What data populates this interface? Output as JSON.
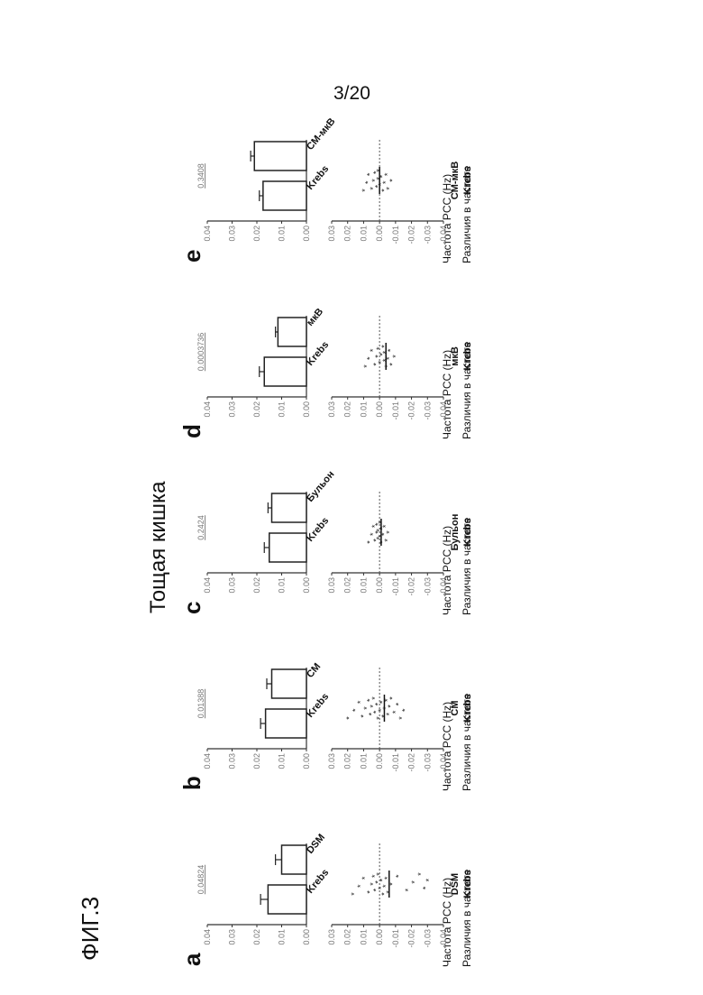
{
  "page_number": "3/20",
  "figure_label": "ФИГ.3",
  "region_title": "Тощая кишка",
  "chart_data": [
    {
      "panel": "a",
      "type": "bar",
      "categories": [
        "Krebs",
        "DSM"
      ],
      "values": [
        0.0155,
        0.01
      ],
      "errors": [
        0.003,
        0.0025
      ],
      "ylabel": "Частота PCC (Hz)",
      "ylim": [
        0,
        0.04
      ],
      "yticks": [
        "0.00",
        "0.01",
        "0.02",
        "0.03",
        "0.04"
      ],
      "p_value": "0.04824",
      "scatter": {
        "type": "scatter",
        "ylabel": "Различия в частоте",
        "ylim": [
          -0.04,
          0.03
        ],
        "yticks": [
          "0.03",
          "0.02",
          "0.01",
          "0.00",
          "-0.01",
          "-0.02",
          "-0.03",
          "-0.04"
        ],
        "xlabel": "DSM",
        "xlabel_sub": "Krebs",
        "points": [
          0.016,
          0.012,
          0.009,
          0.006,
          0.004,
          0.003,
          0.002,
          0.001,
          0.0,
          -0.001,
          -0.002,
          -0.003,
          -0.004,
          -0.005,
          -0.006,
          -0.008,
          -0.012,
          -0.018,
          -0.022,
          -0.026,
          -0.029,
          -0.031
        ],
        "mean": -0.006
      }
    },
    {
      "panel": "b",
      "type": "bar",
      "categories": [
        "Krebs",
        "CM"
      ],
      "values": [
        0.0165,
        0.014
      ],
      "errors": [
        0.002,
        0.002
      ],
      "ylabel": "Частота PCC (Hz)",
      "ylim": [
        0,
        0.04
      ],
      "yticks": [
        "0.00",
        "0.01",
        "0.02",
        "0.03",
        "0.04"
      ],
      "p_value": "0.01388",
      "scatter": {
        "type": "scatter",
        "ylabel": "Различия в частоте",
        "ylim": [
          -0.04,
          0.03
        ],
        "yticks": [
          "0.03",
          "0.02",
          "0.01",
          "0.00",
          "-0.01",
          "-0.02",
          "-0.03",
          "-0.04"
        ],
        "xlabel": "CM",
        "xlabel_sub": "Krebs",
        "points": [
          0.019,
          0.015,
          0.012,
          0.01,
          0.008,
          0.006,
          0.005,
          0.004,
          0.003,
          0.002,
          0.001,
          0.0,
          -0.001,
          -0.002,
          -0.003,
          -0.004,
          -0.005,
          -0.006,
          -0.007,
          -0.008,
          -0.01,
          -0.012,
          -0.014,
          -0.016
        ],
        "mean": -0.003
      }
    },
    {
      "panel": "c",
      "type": "bar",
      "categories": [
        "Krebs",
        "Бульон"
      ],
      "values": [
        0.015,
        0.014
      ],
      "errors": [
        0.002,
        0.0015
      ],
      "ylabel": "Частота PCC (Hz)",
      "ylim": [
        0,
        0.04
      ],
      "yticks": [
        "0.00",
        "0.01",
        "0.02",
        "0.03",
        "0.04"
      ],
      "p_value": "0.2424",
      "scatter": {
        "type": "scatter",
        "ylabel": "Различия в частоте",
        "ylim": [
          -0.04,
          0.03
        ],
        "yticks": [
          "0.03",
          "0.02",
          "0.01",
          "0.00",
          "-0.01",
          "-0.02",
          "-0.03",
          "-0.04"
        ],
        "xlabel": "Бульон",
        "xlabel_sub": "Krebs",
        "points": [
          0.006,
          0.004,
          0.003,
          0.002,
          0.001,
          0.001,
          0.0,
          0.0,
          -0.001,
          -0.001,
          -0.002,
          -0.002,
          -0.003,
          -0.004,
          -0.005,
          -0.006
        ],
        "mean": -0.001
      }
    },
    {
      "panel": "d",
      "type": "bar",
      "categories": [
        "Krebs",
        "мкВ"
      ],
      "values": [
        0.017,
        0.0115
      ],
      "errors": [
        0.002,
        0.001
      ],
      "ylabel": "Частота PCC (Hz)",
      "ylim": [
        0,
        0.04
      ],
      "yticks": [
        "0.00",
        "0.01",
        "0.02",
        "0.03",
        "0.04"
      ],
      "p_value": "0.0003736",
      "scatter": {
        "type": "scatter",
        "ylabel": "Различия в частоте",
        "ylim": [
          -0.04,
          0.03
        ],
        "yticks": [
          "0.03",
          "0.02",
          "0.01",
          "0.00",
          "-0.01",
          "-0.02",
          "-0.03",
          "-0.04"
        ],
        "xlabel": "мкВ",
        "xlabel_sub": "Krebs",
        "points": [
          0.008,
          0.006,
          0.004,
          0.002,
          0.001,
          0.0,
          -0.001,
          -0.002,
          -0.003,
          -0.004,
          -0.004,
          -0.005,
          -0.006,
          -0.007,
          -0.008,
          -0.01
        ],
        "mean": -0.004
      }
    },
    {
      "panel": "e",
      "type": "bar",
      "categories": [
        "Krebs",
        "CM-мкВ"
      ],
      "values": [
        0.0175,
        0.021
      ],
      "errors": [
        0.0015,
        0.0015
      ],
      "ylabel": "Частота PCC (Hz)",
      "ylim": [
        0,
        0.04
      ],
      "yticks": [
        "0.00",
        "0.01",
        "0.02",
        "0.03",
        "0.04"
      ],
      "p_value": "0.3408",
      "scatter": {
        "type": "scatter",
        "ylabel": "Различия в частоте",
        "ylim": [
          -0.04,
          0.03
        ],
        "yticks": [
          "0.03",
          "0.02",
          "0.01",
          "0.00",
          "-0.01",
          "-0.02",
          "-0.03",
          "-0.04"
        ],
        "xlabel": "CM-мкВ",
        "xlabel_sub": "Krebs",
        "points": [
          0.009,
          0.007,
          0.006,
          0.004,
          0.003,
          0.002,
          0.001,
          0.0,
          0.0,
          -0.001,
          -0.002,
          -0.003,
          -0.004,
          -0.005,
          -0.006,
          -0.008
        ],
        "mean": 0.0
      }
    }
  ]
}
